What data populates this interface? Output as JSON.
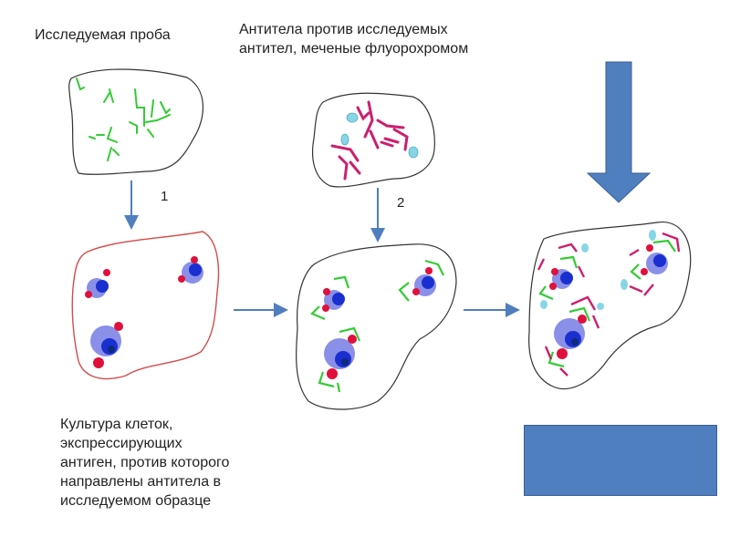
{
  "labels": {
    "sample": "Исследуемая проба",
    "antibodies": "Антитела против исследуемых\nантител, меченые  флуорохромом",
    "culture": "Культура клеток,\nэкспрессирующих\nантиген, против которого\nнаправлены антитела в\nисследуемом образце"
  },
  "steps": {
    "step1": "1",
    "step2": "2"
  },
  "colors": {
    "primary_antibody": "#33cc33",
    "labeled_antibody": "#cc1f6e",
    "fluorochrome": "#86d6e6",
    "cell_body": "#8a8fe8",
    "nucleus": "#1a2fd0",
    "antigen": "#e0103c",
    "arrow": "#4f7fbf",
    "culture_outline": "#d44b4b"
  }
}
